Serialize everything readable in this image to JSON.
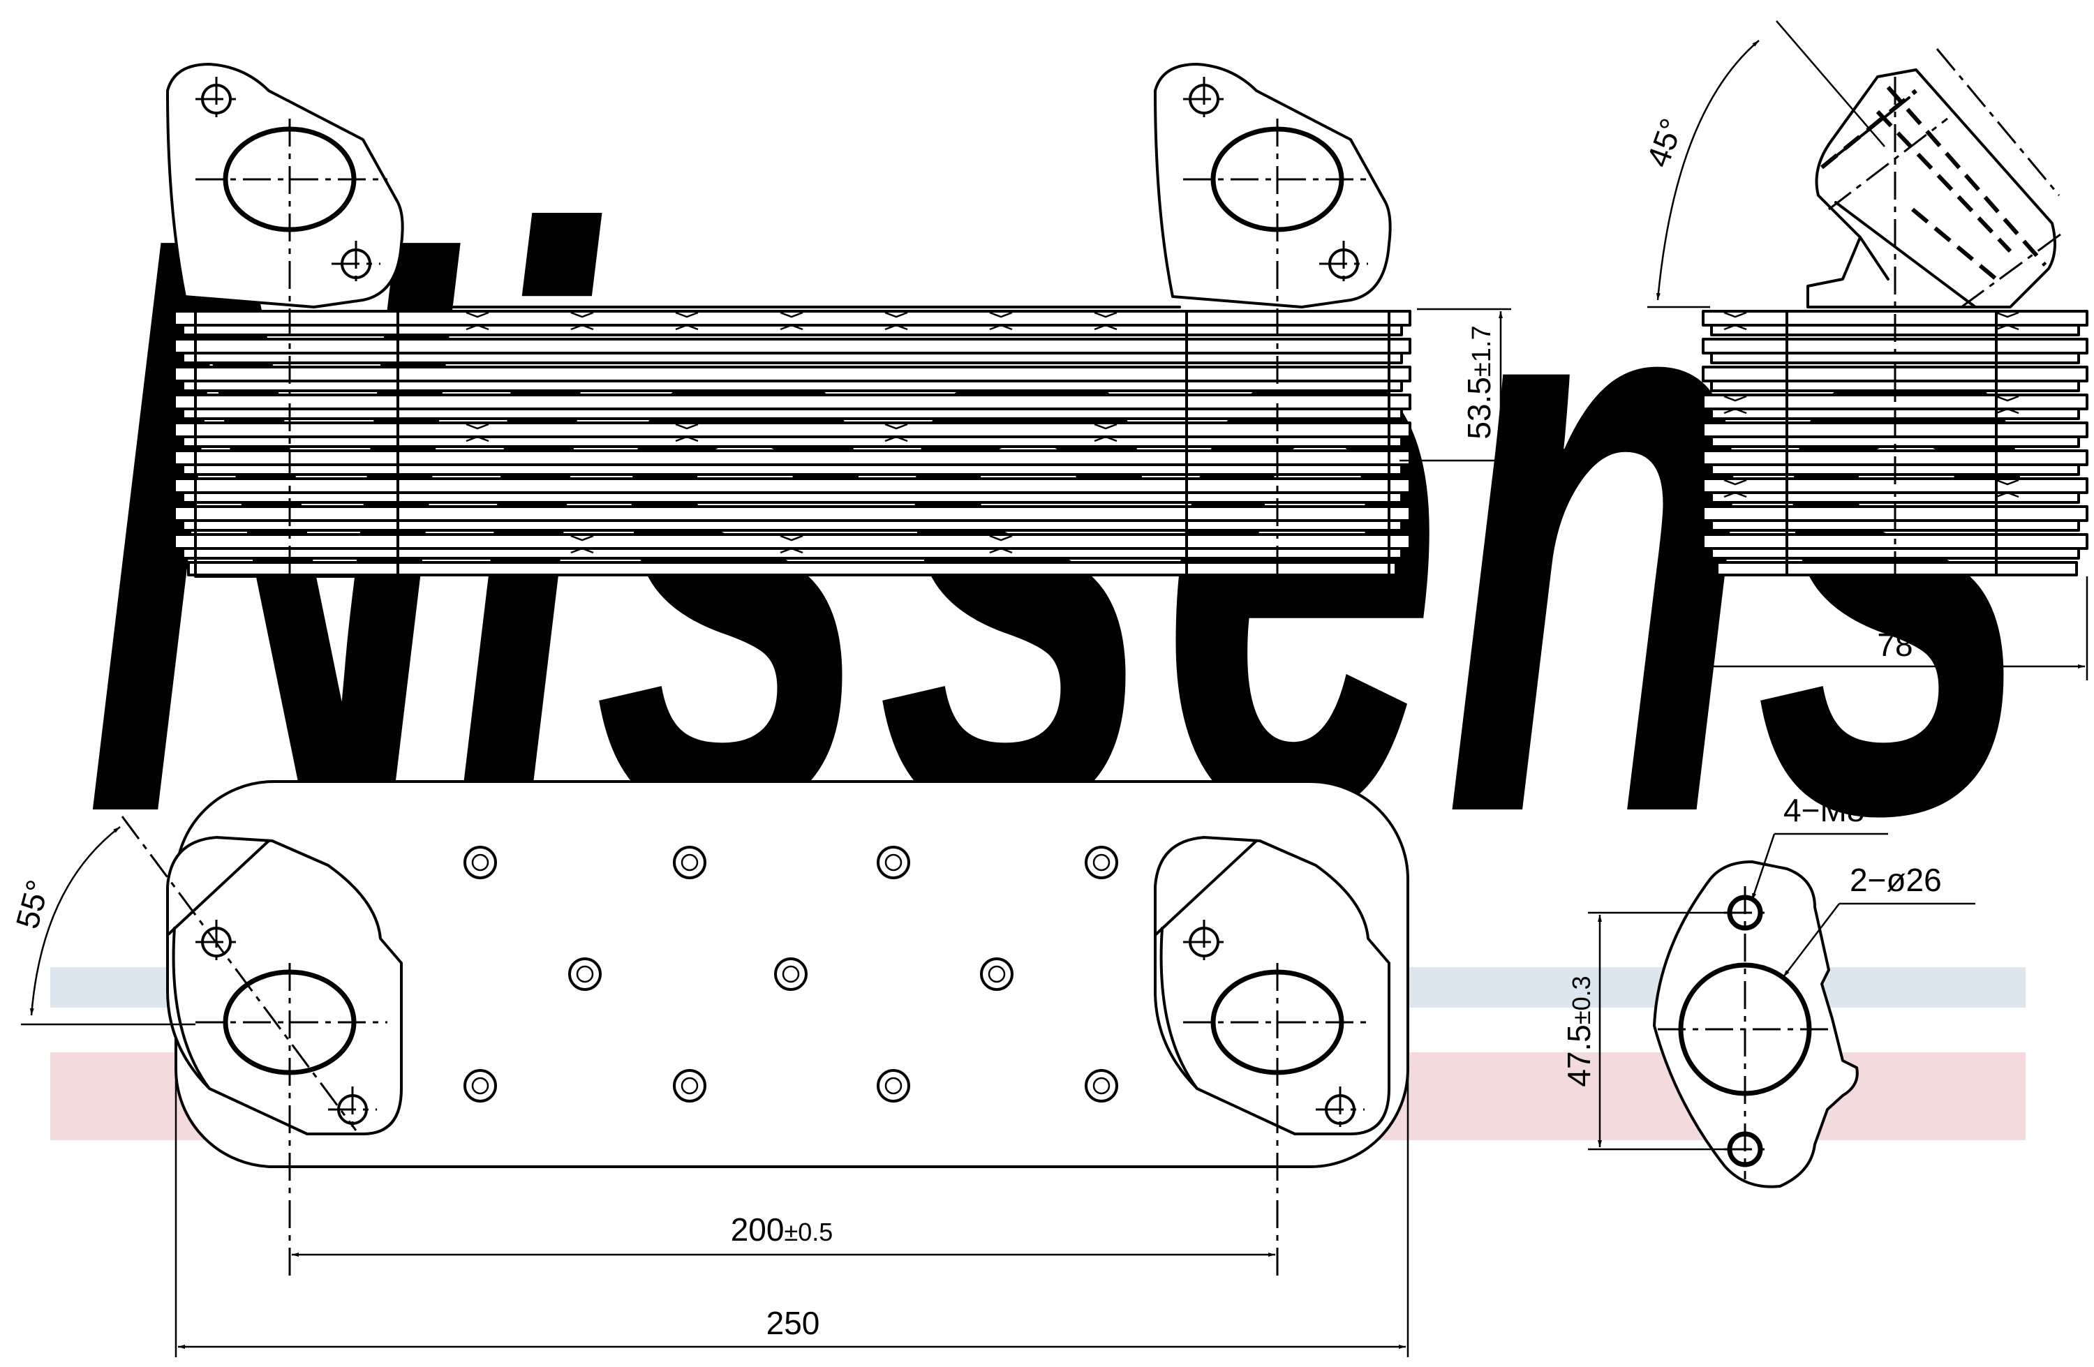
{
  "drawing": {
    "watermark": {
      "brand": "Nissens",
      "mark": "®",
      "text_color": "#dbe6ef",
      "band_blue": "#dbe6ef",
      "band_red": "#f2dadd"
    },
    "dimensions": {
      "height": {
        "value": "53.5",
        "tol": "±1.7"
      },
      "depth": "78",
      "side_angle": "45°",
      "bottom_angle": "55°",
      "bolt_pitch": {
        "value": "200",
        "tol": "±0.5"
      },
      "overall_length": "250",
      "flange_pitch": {
        "value": "47.5",
        "tol": "±0.3"
      }
    },
    "callouts": {
      "thread": "4−M8",
      "ports": "2−ø26"
    }
  }
}
